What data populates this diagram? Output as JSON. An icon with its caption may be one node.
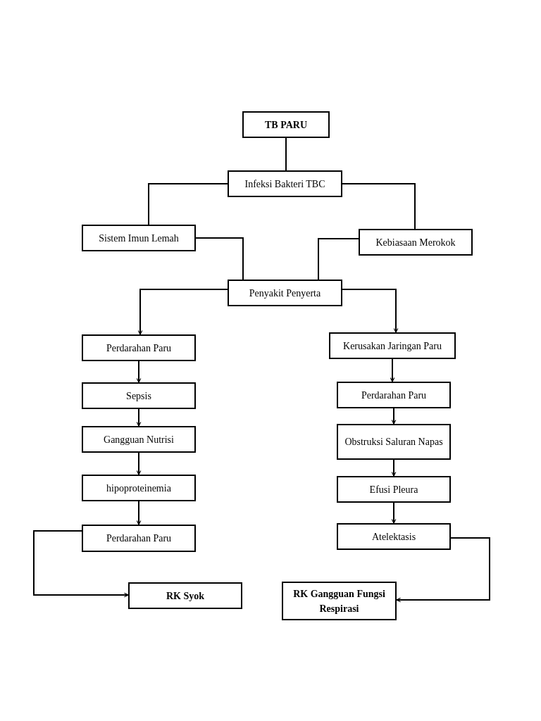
{
  "diagram": {
    "nodes": [
      {
        "text": [
          "TB PARU"
        ]
      },
      {
        "text": [
          "Infeksi Bakteri TBC"
        ]
      },
      {
        "text": [
          "Sistem Imun Lemah"
        ]
      },
      {
        "text": [
          "Kebiasaan Merokok"
        ]
      },
      {
        "text": [
          "Penyakit Penyerta"
        ]
      },
      {
        "text": [
          "Perdarahan Paru"
        ]
      },
      {
        "text": [
          "Sepsis"
        ]
      },
      {
        "text": [
          "Gangguan Nutrisi"
        ]
      },
      {
        "text": [
          "hipoproteinemia"
        ]
      },
      {
        "text": [
          "Perdarahan Paru"
        ]
      },
      {
        "text": [
          "RK Syok"
        ]
      },
      {
        "text": [
          "Kerusakan Jaringan Paru"
        ]
      },
      {
        "text": [
          "Perdarahan Paru"
        ]
      },
      {
        "text": [
          "Obstruksi Saluran Napas"
        ]
      },
      {
        "text": [
          "Efusi Pleura"
        ]
      },
      {
        "text": [
          "Atelektasis"
        ]
      },
      {
        "text": [
          "RK Gangguan Fungsi Respirasi"
        ]
      }
    ],
    "edges": [
      {
        "from": 0,
        "to": 1,
        "arrow": "none"
      },
      {
        "from": 1,
        "to": 2,
        "arrow": "none"
      },
      {
        "from": 1,
        "to": 3,
        "arrow": "none"
      },
      {
        "from": 2,
        "to": 4,
        "arrow": "none"
      },
      {
        "from": 3,
        "to": 4,
        "arrow": "none"
      },
      {
        "from": 4,
        "to": 5,
        "arrow": "to"
      },
      {
        "from": 4,
        "to": 11,
        "arrow": "to"
      },
      {
        "from": 5,
        "to": 6,
        "arrow": "to"
      },
      {
        "from": 6,
        "to": 7,
        "arrow": "to"
      },
      {
        "from": 7,
        "to": 8,
        "arrow": "to"
      },
      {
        "from": 8,
        "to": 9,
        "arrow": "to"
      },
      {
        "from": 9,
        "to": 10,
        "arrow": "to"
      },
      {
        "from": 11,
        "to": 12,
        "arrow": "to"
      },
      {
        "from": 12,
        "to": 13,
        "arrow": "to"
      },
      {
        "from": 13,
        "to": 14,
        "arrow": "to"
      },
      {
        "from": 14,
        "to": 15,
        "arrow": "to"
      },
      {
        "from": 15,
        "to": 16,
        "arrow": "to"
      }
    ]
  }
}
